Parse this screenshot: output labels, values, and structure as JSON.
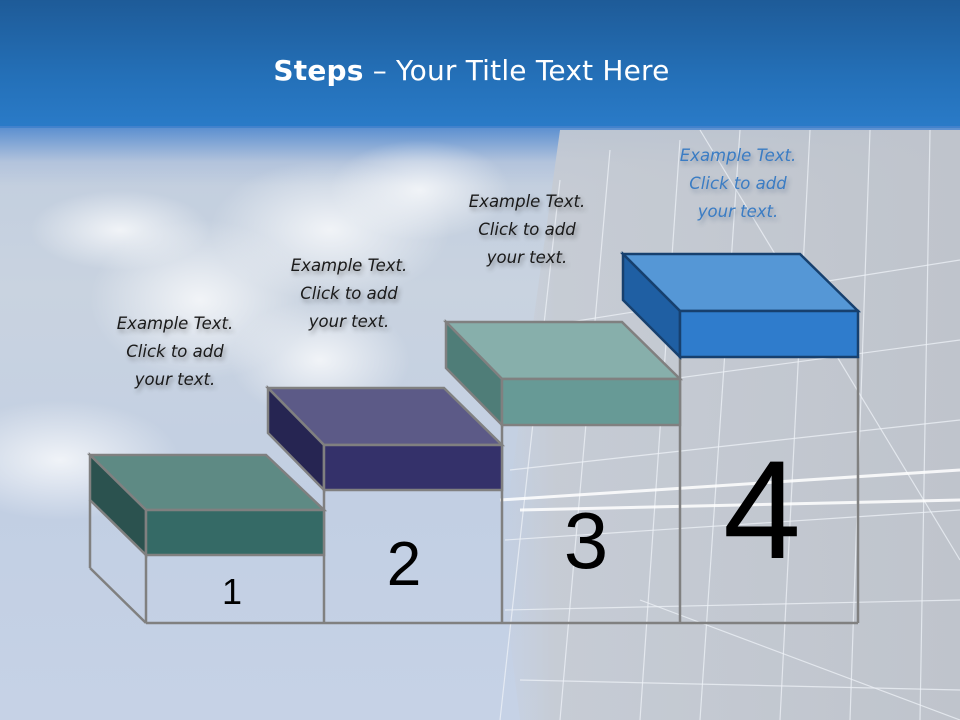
{
  "slide": {
    "title_bold": "Steps",
    "title_rest": " – Your Title Text Here",
    "colors": {
      "header_top": "#1e5b98",
      "header_bottom": "#2a7bc8",
      "step1_top": "#5e8a84",
      "step1_front": "#356a66",
      "step1_side": "#2b524f",
      "step2_top": "#5c5a87",
      "step2_front": "#34316a",
      "step2_side": "#262552",
      "step3_top": "#87afab",
      "step3_front": "#679a96",
      "step3_side": "#4f7d78",
      "step4_top": "#5597d6",
      "step4_front": "#2f7ccc",
      "step4_side": "#1f5fa3",
      "outline": "#808080",
      "caption_blue": "#3a7cc4"
    }
  },
  "steps": [
    {
      "number": "1",
      "caption_line1": "Example Text.",
      "caption_line2": "Click  to add",
      "caption_line3": "your text."
    },
    {
      "number": "2",
      "caption_line1": "Example Text.",
      "caption_line2": "Click  to add",
      "caption_line3": "your text."
    },
    {
      "number": "3",
      "caption_line1": "Example Text.",
      "caption_line2": "Click  to add",
      "caption_line3": "your text."
    },
    {
      "number": "4",
      "caption_line1": "Example Text.",
      "caption_line2": "Click  to add",
      "caption_line3": "your text."
    }
  ]
}
